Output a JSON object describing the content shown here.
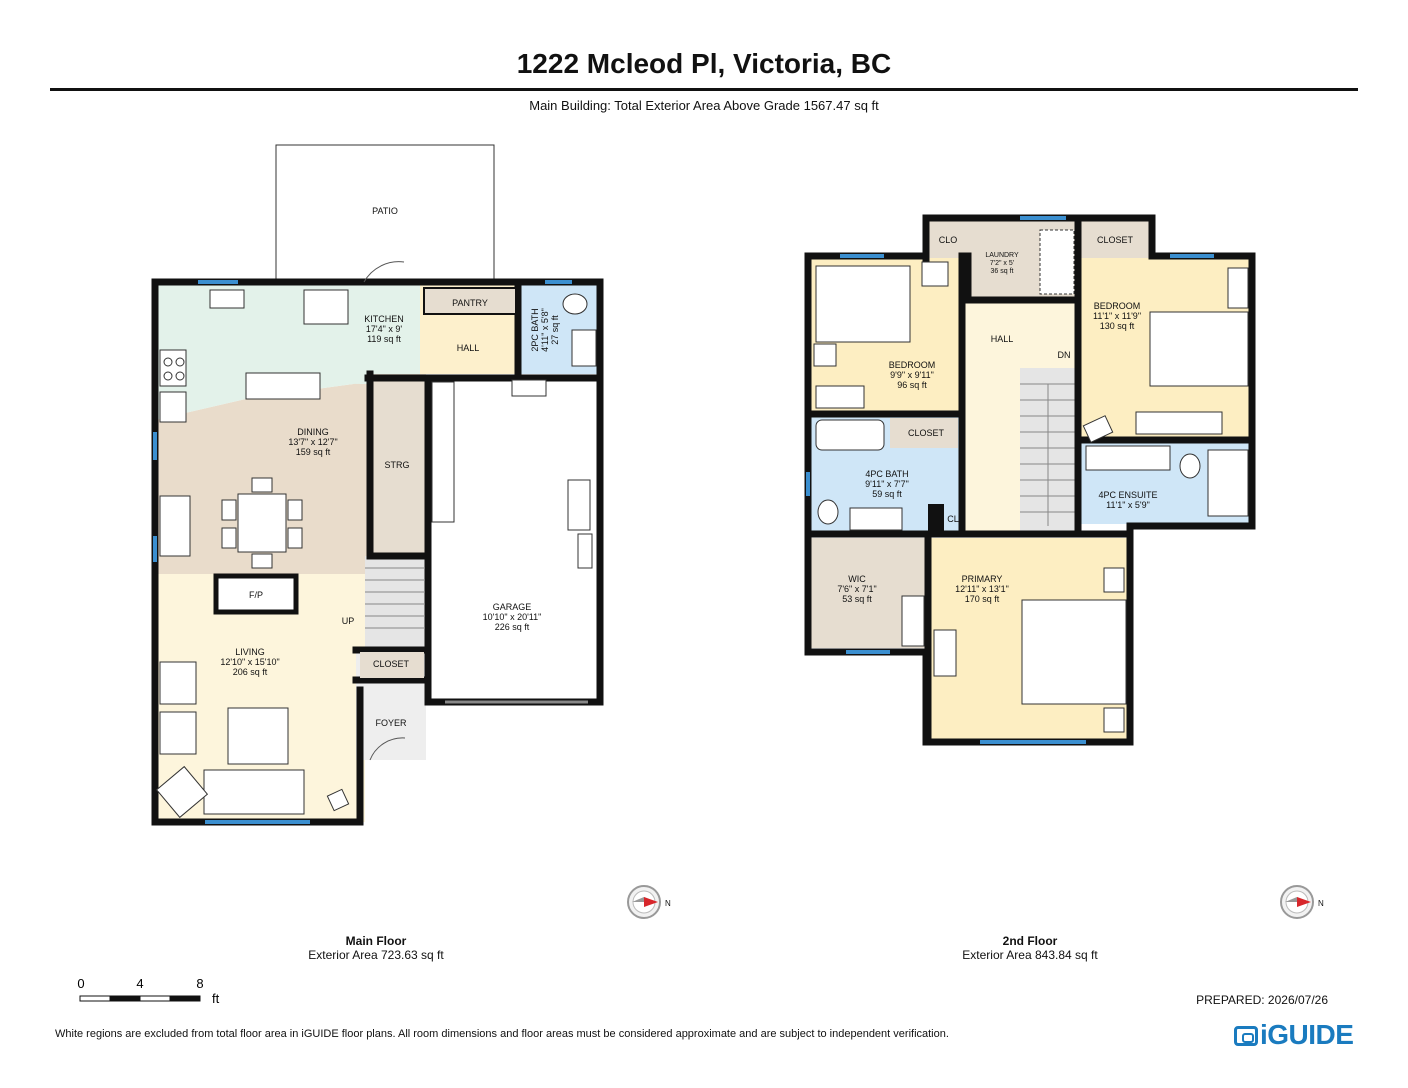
{
  "header": {
    "title": "1222 Mcleod Pl, Victoria, BC",
    "subtitle": "Main Building: Total Exterior Area Above Grade 1567.47 sq ft"
  },
  "main_floor": {
    "name": "Main Floor",
    "area": "Exterior Area 723.63 sq ft",
    "rooms": {
      "patio": "PATIO",
      "kitchen": [
        "KITCHEN",
        "17'4\" x 9'",
        "119 sq ft"
      ],
      "pantry": "PANTRY",
      "bath": [
        "2PC BATH",
        "4'11\" x 5'8\"",
        "27 sq ft"
      ],
      "hall": "HALL",
      "dining": [
        "DINING",
        "13'7\" x 12'7\"",
        "159 sq ft"
      ],
      "strg": "STRG",
      "fp": "F/P",
      "up": "UP",
      "garage": [
        "GARAGE",
        "10'10\" x 20'11\"",
        "226 sq ft"
      ],
      "living": [
        "LIVING",
        "12'10\" x 15'10\"",
        "206 sq ft"
      ],
      "closet": "CLOSET",
      "foyer": "FOYER"
    }
  },
  "second_floor": {
    "name": "2nd Floor",
    "area": "Exterior Area 843.84 sq ft",
    "rooms": {
      "clo": "CLO",
      "laundry": [
        "LAUNDRY",
        "7'2\" x 5'",
        "36 sq ft"
      ],
      "closet_top": "CLOSET",
      "bedroom1": [
        "BEDROOM",
        "9'9\" x 9'11\"",
        "96 sq ft"
      ],
      "hall": "HALL",
      "dn": "DN",
      "bedroom2": [
        "BEDROOM",
        "11'1\" x 11'9\"",
        "130 sq ft"
      ],
      "closet_mid": "CLOSET",
      "bath": [
        "4PC BATH",
        "9'11\" x 7'7\"",
        "59 sq ft"
      ],
      "cl": "CL",
      "ensuite": [
        "4PC ENSUITE",
        "11'1\" x 5'9\""
      ],
      "wic": [
        "WIC",
        "7'6\" x 7'1\"",
        "53 sq ft"
      ],
      "primary": [
        "PRIMARY",
        "12'11\" x 13'1\"",
        "170 sq ft"
      ]
    }
  },
  "compass_label": "N",
  "scale": {
    "ticks": [
      "0",
      "4",
      "8"
    ],
    "unit": "ft"
  },
  "prepared": "PREPARED: 2026/07/26",
  "disclaimer": "White regions are excluded from total floor area in iGUIDE floor plans. All room dimensions and floor areas must be considered approximate and are subject to independent verification.",
  "logo": "iGUIDE",
  "colors": {
    "kitchen": "#e3f2ea",
    "dining": "#e9dccb",
    "living": "#fdf5dc",
    "bath": "#cfe6f7",
    "hall": "#fdf0cc",
    "storage": "#e6ddd0",
    "bedroom": "#fdeec2",
    "wall": "#111111",
    "window": "#3b8fd0"
  }
}
